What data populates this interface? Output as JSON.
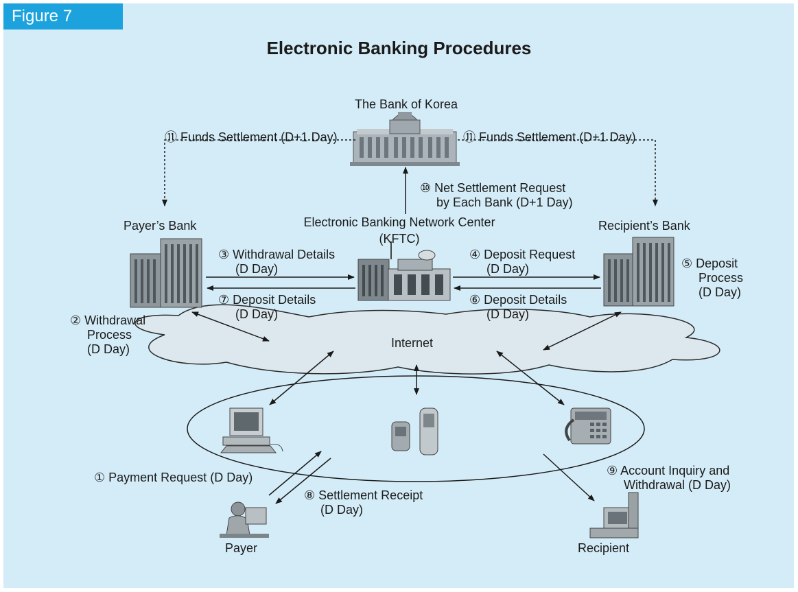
{
  "figure_tab": "Figure 7",
  "title": "Electronic Banking Procedures",
  "nodes": {
    "bank_of_korea": "The Bank of Korea",
    "payers_bank": "Payer’s Bank",
    "kftc_line1": "Electronic Banking Network Center",
    "kftc_line2": "(KFTC)",
    "recipients_bank": "Recipient’s Bank",
    "internet": "Internet",
    "payer": "Payer",
    "recipient": "Recipient"
  },
  "steps": {
    "s1": "① Payment Request (D Day)",
    "s2_l1": "② Withdrawal",
    "s2_l2": "Process",
    "s2_l3": "(D Day)",
    "s3_l1": "③ Withdrawal Details",
    "s3_l2": "(D Day)",
    "s4_l1": "④ Deposit Request",
    "s4_l2": "(D Day)",
    "s5_l1": "⑤ Deposit",
    "s5_l2": "Process",
    "s5_l3": "(D Day)",
    "s6_l1": "⑥ Deposit Details",
    "s6_l2": "(D Day)",
    "s7_l1": "⑦ Deposit Details",
    "s7_l2": "(D Day)",
    "s8_l1": "⑧ Settlement Receipt",
    "s8_l2": "(D Day)",
    "s9_l1": "⑨ Account Inquiry and",
    "s9_l2": "Withdrawal (D Day)",
    "s10_l1": "⑩ Net Settlement Request",
    "s10_l2": "by Each Bank (D+1 Day)",
    "s11_left": "⑪ Funds Settlement (D+1 Day)",
    "s11_right": "⑪ Funds Settlement (D+1 Day)"
  }
}
